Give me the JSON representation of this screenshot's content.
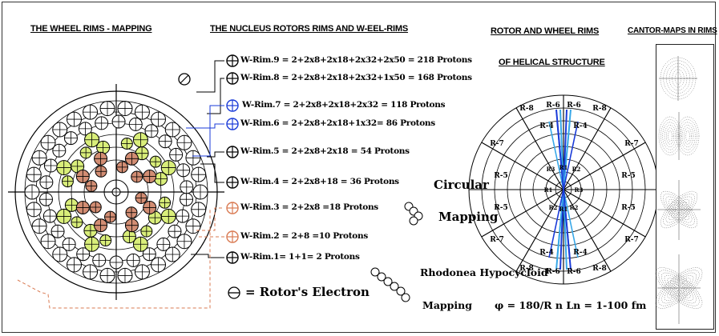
{
  "headings": {
    "wheel_rims_mapping": "THE WHEEL RIMS - MAPPING",
    "nucleus_rotors": "THE NUCLEUS ROTORS RIMS AND W-EEL-RIMS",
    "rotor_wheel_rims": "ROTOR AND WHEEL RIMS",
    "helical_structure": "OF HELICAL STRUCTURE",
    "cantor_maps": "CANTOR-MAPS IN RIMS"
  },
  "rims": [
    {
      "label": "W-Rim.9 = 2+2x8+2x18+2x32+2x50 = 218 Protons",
      "color": "#000000"
    },
    {
      "label": "W-Rim.8 = 2+2x8+2x18+2x32+1x50 = 168 Protons",
      "color": "#000000"
    },
    {
      "label": "W-Rim.7 = 2+2x8+2x18+2x32 = 118 Protons",
      "color": "#1a3bd8"
    },
    {
      "label": "W-Rim.6 = 2+2x8+2x18+1x32= 86 Protons",
      "color": "#1a3bd8"
    },
    {
      "label": "W-Rim.5 = 2+2x8+2x18 = 54 Protons",
      "color": "#000000"
    },
    {
      "label": "W-Rim.4 = 2+2x8+18 = 36 Protons",
      "color": "#000000"
    },
    {
      "label": "W-Rim.3 = 2+2x8 =18 Protons",
      "color": "#d97a52"
    },
    {
      "label": "W-Rim.2 = 2+8 =10 Protons",
      "color": "#d97a52"
    },
    {
      "label": "W-Rim.1= 1+1= 2 Protons",
      "color": "#000000"
    }
  ],
  "labels": {
    "circular": "Circular",
    "mapping": "Mapping",
    "rotor_electron": "= Rotor's Electron",
    "rhodonea": "Rhodonea Hypocycloid",
    "rhodonea_mapping": "Mapping",
    "formula": "φ = 180/R n Ln = 1-100 fm"
  },
  "polar": {
    "top_labels": [
      "R-8",
      "R-6",
      "R-6",
      "R-8"
    ],
    "upper_inner": [
      "R-4",
      "R-4"
    ],
    "left_labels": [
      "R-7",
      "R-5",
      "R-5",
      "R-7"
    ],
    "right_labels": [
      "R-7",
      "R-5",
      "R-5",
      "R-7"
    ],
    "lower_inner": [
      "R-4",
      "R-4"
    ],
    "bottom_labels": [
      "R-8",
      "R-6",
      "R-6",
      "R-8"
    ],
    "center_labels": [
      "R3",
      "R1",
      "R2",
      "R1",
      "R3",
      "R2",
      "R1",
      "R2"
    ]
  },
  "colors": {
    "yellow_green": "#d9ee7a",
    "salmon": "#d28d73",
    "blue": "#1a3bd8",
    "cyan": "#38a8e8"
  }
}
